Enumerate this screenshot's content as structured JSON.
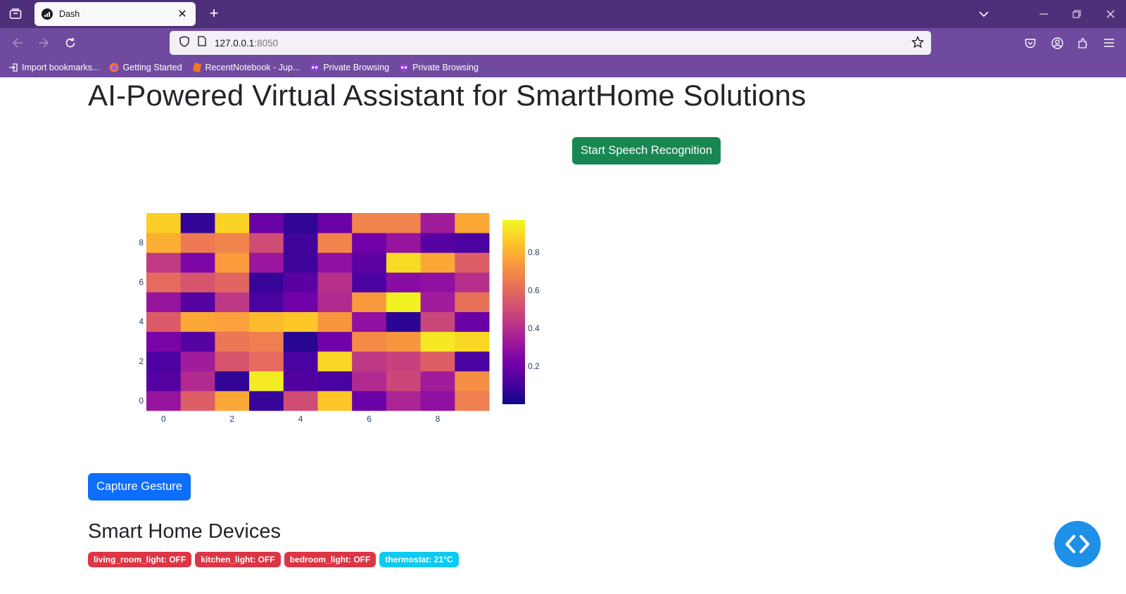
{
  "browser": {
    "tab_title": "Dash",
    "url_host": "127.0.0.1",
    "url_port": ":8050",
    "bookmarks": [
      {
        "label": "Import bookmarks...",
        "icon": "import-icon"
      },
      {
        "label": "Getting Started",
        "icon": "firefox-icon"
      },
      {
        "label": "RecentNotebook - Jup...",
        "icon": "notebook-icon"
      },
      {
        "label": "Private Browsing",
        "icon": "private-browsing-icon"
      },
      {
        "label": "Private Browsing",
        "icon": "private-browsing-icon"
      }
    ]
  },
  "page": {
    "title": "AI-Powered Virtual Assistant for SmartHome Solutions",
    "speech_button": "Start Speech Recognition",
    "gesture_button": "Capture Gesture",
    "devices_title": "Smart Home Devices",
    "devices": [
      {
        "label": "living_room_light: OFF",
        "status": "off",
        "color": "#dc3545"
      },
      {
        "label": "kitchen_light: OFF",
        "status": "off",
        "color": "#dc3545"
      },
      {
        "label": "bedroom_light: OFF",
        "status": "off",
        "color": "#dc3545"
      },
      {
        "label": "thermostat: 21°C",
        "status": "info",
        "color": "#0dcaf0"
      }
    ]
  },
  "chart_data": {
    "type": "heatmap",
    "colorscale": "plasma",
    "x": [
      0,
      1,
      2,
      3,
      4,
      5,
      6,
      7,
      8,
      9
    ],
    "y": [
      0,
      1,
      2,
      3,
      4,
      5,
      6,
      7,
      8,
      9
    ],
    "x_ticks": [
      "0",
      "2",
      "4",
      "6",
      "8"
    ],
    "y_ticks": [
      "0",
      "2",
      "4",
      "6",
      "8"
    ],
    "colorbar_ticks": [
      "0.2",
      "0.4",
      "0.6",
      "0.8"
    ],
    "zlim": [
      0.0,
      1.0
    ],
    "z": [
      [
        0.32,
        0.58,
        0.8,
        0.08,
        0.52,
        0.88,
        0.2,
        0.38,
        0.3,
        0.68
      ],
      [
        0.15,
        0.4,
        0.07,
        0.97,
        0.14,
        0.12,
        0.4,
        0.5,
        0.35,
        0.73
      ],
      [
        0.13,
        0.35,
        0.55,
        0.62,
        0.12,
        0.92,
        0.45,
        0.48,
        0.58,
        0.12
      ],
      [
        0.24,
        0.15,
        0.66,
        0.68,
        0.05,
        0.22,
        0.72,
        0.75,
        0.96,
        0.92
      ],
      [
        0.57,
        0.8,
        0.78,
        0.85,
        0.88,
        0.75,
        0.3,
        0.06,
        0.5,
        0.2
      ],
      [
        0.32,
        0.15,
        0.45,
        0.12,
        0.22,
        0.4,
        0.76,
        0.98,
        0.35,
        0.64
      ],
      [
        0.62,
        0.55,
        0.6,
        0.08,
        0.16,
        0.42,
        0.12,
        0.28,
        0.3,
        0.42
      ],
      [
        0.46,
        0.25,
        0.77,
        0.33,
        0.1,
        0.3,
        0.17,
        0.93,
        0.8,
        0.58
      ],
      [
        0.82,
        0.67,
        0.7,
        0.52,
        0.1,
        0.7,
        0.22,
        0.32,
        0.16,
        0.12
      ],
      [
        0.9,
        0.07,
        0.91,
        0.2,
        0.07,
        0.2,
        0.7,
        0.7,
        0.35,
        0.8
      ]
    ]
  },
  "colors": {
    "tabbar_bg": "#4e2f7a",
    "toolbar_bg": "#6f4a9e",
    "speech_button": "#198754",
    "gesture_button": "#0d6efd",
    "fab": "#1e90e8"
  }
}
